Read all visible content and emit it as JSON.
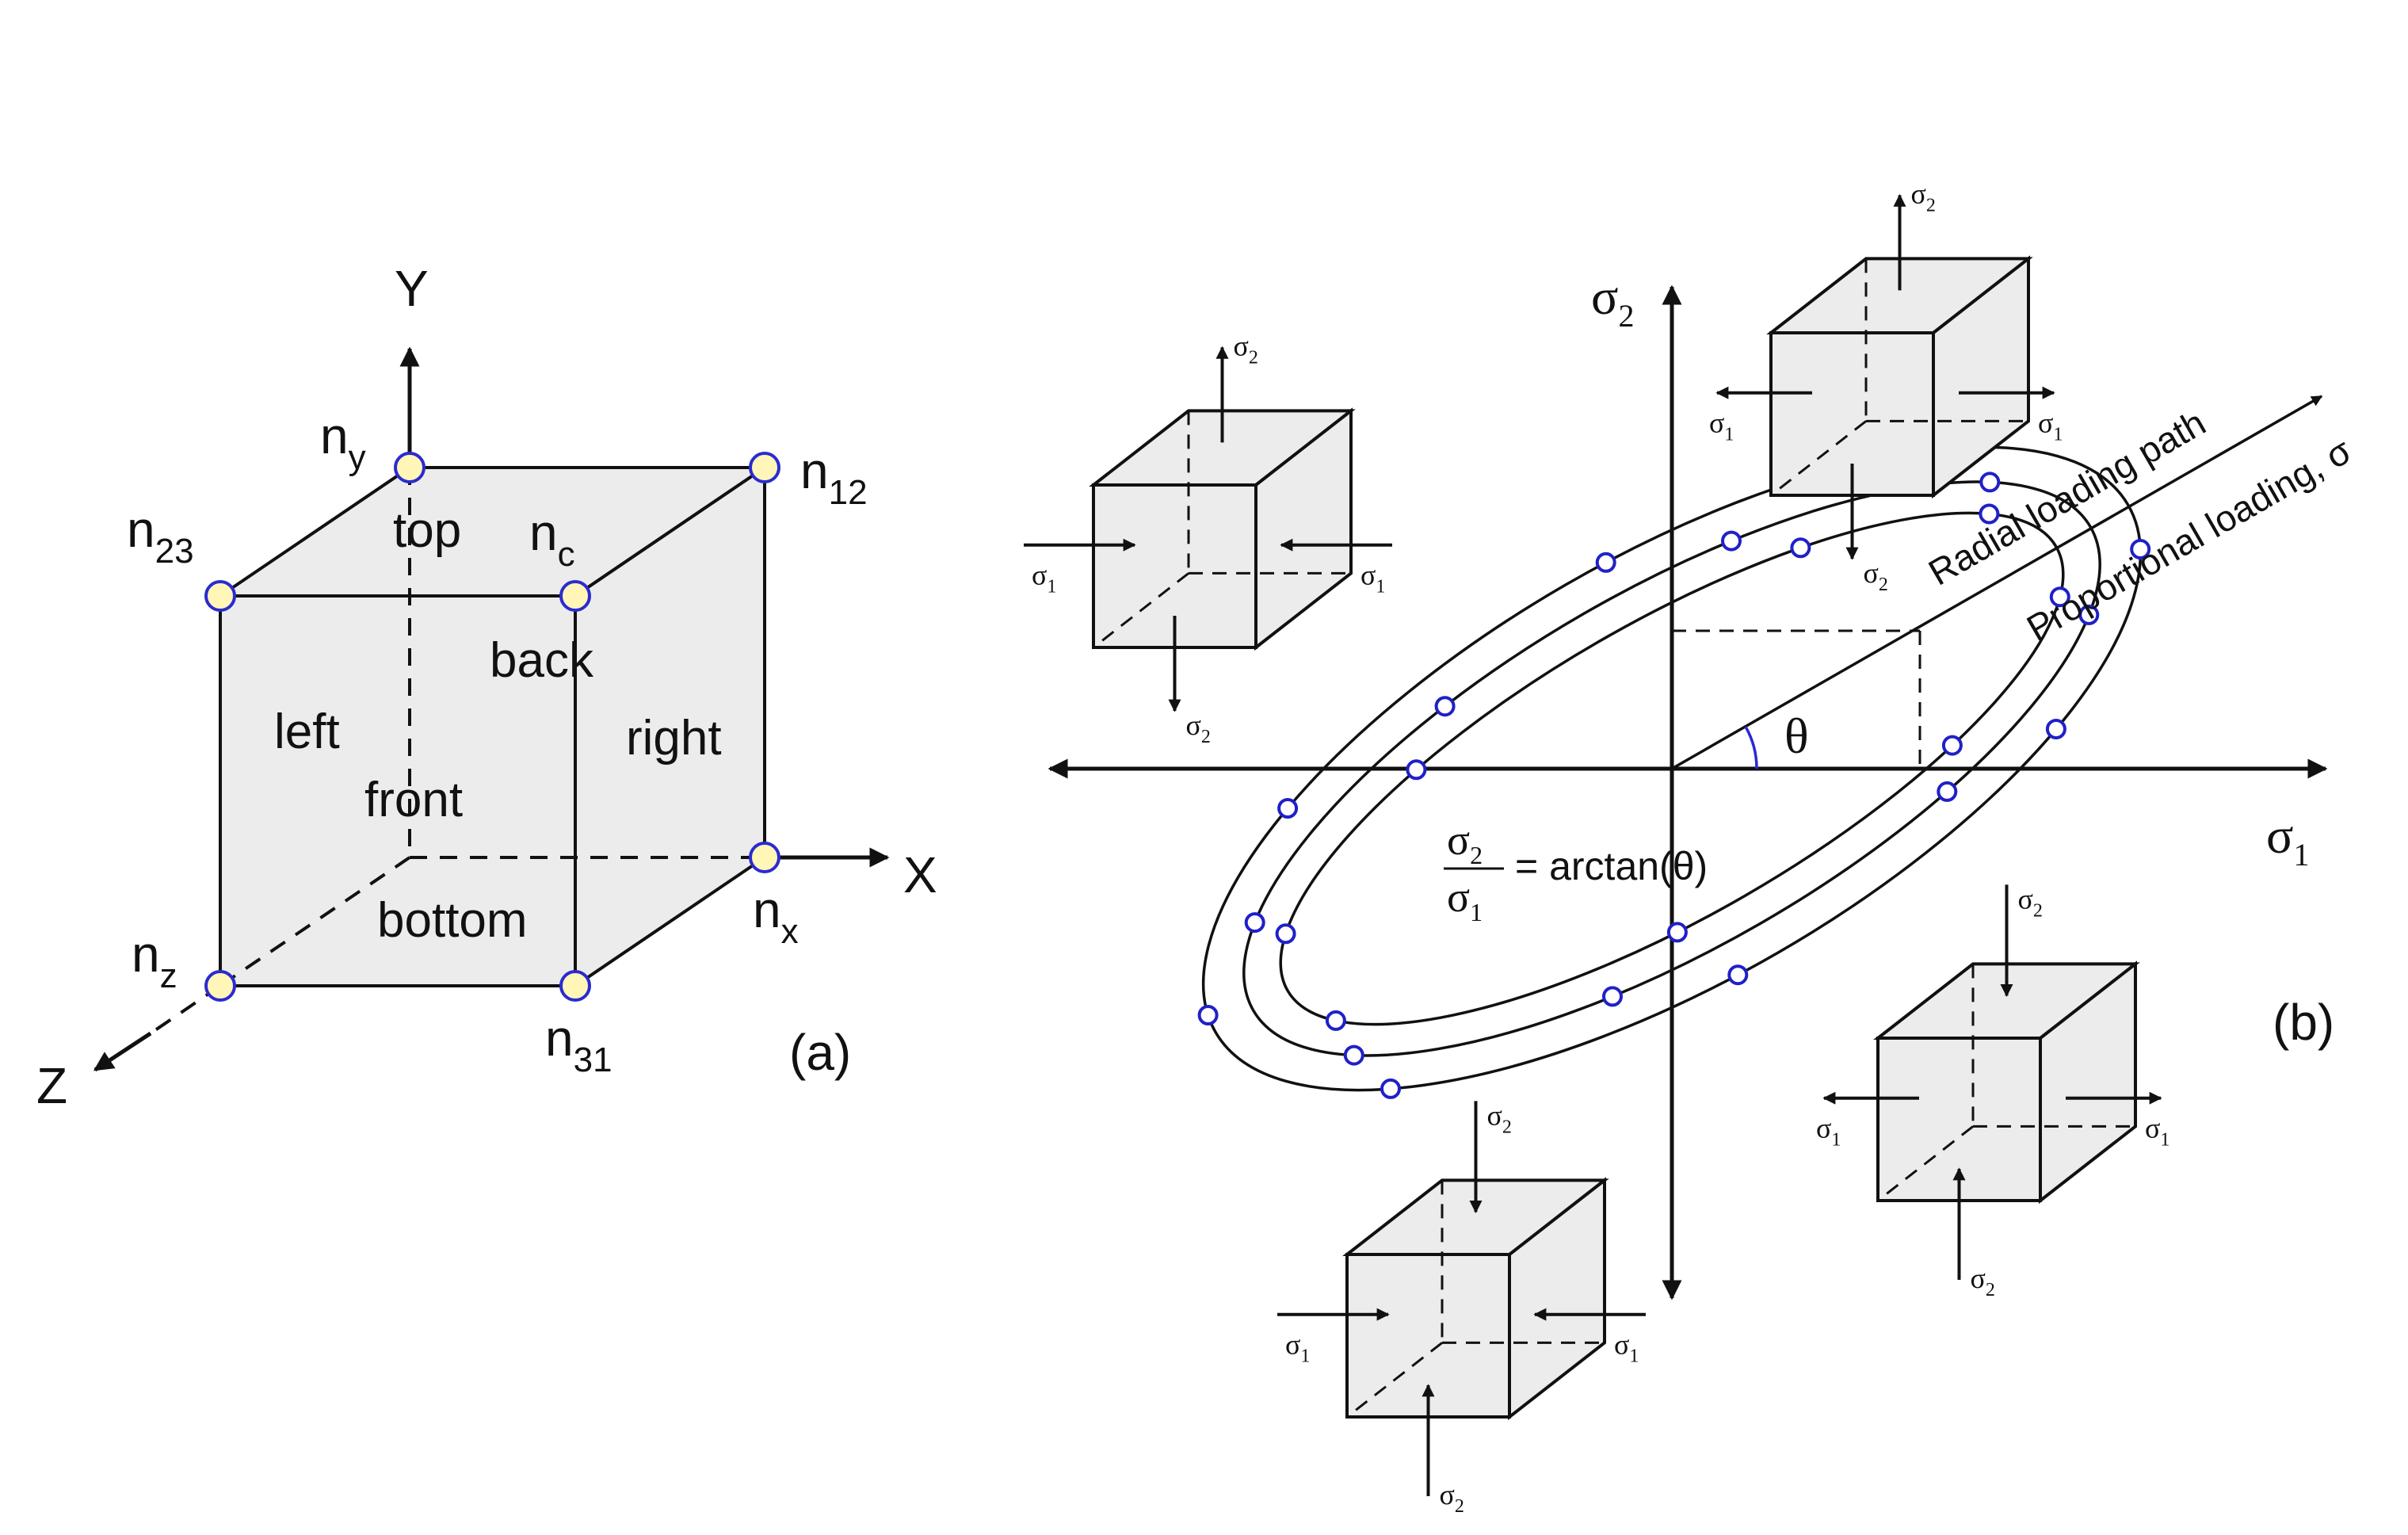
{
  "panel_a": {
    "caption": "(a)",
    "axes": {
      "x": "X",
      "y": "Y",
      "z": "Z"
    },
    "faces": {
      "top": "top",
      "back": "back",
      "left": "left",
      "right": "right",
      "front": "front",
      "bottom": "bottom"
    },
    "nodes": {
      "ny": {
        "base": "n",
        "sub": "y"
      },
      "n12": {
        "base": "n",
        "sub": "12"
      },
      "n23": {
        "base": "n",
        "sub": "23"
      },
      "nc": {
        "base": "n",
        "sub": "c"
      },
      "nx": {
        "base": "n",
        "sub": "x"
      },
      "nz": {
        "base": "n",
        "sub": "z"
      },
      "n31": {
        "base": "n",
        "sub": "31"
      }
    }
  },
  "panel_b": {
    "caption": "(b)",
    "sigma": "σ",
    "sub1": "1",
    "sub2": "2",
    "theta": "θ",
    "formula_rhs": "= arctan(θ)",
    "radial_label": "Radial loading path",
    "proportional_label": "Proportional loading, σ"
  },
  "colors": {
    "node_fill": "#fff6b8",
    "node_stroke": "#2b2bd0",
    "point_stroke": "#2020c8",
    "face_fill": "#ececec"
  }
}
